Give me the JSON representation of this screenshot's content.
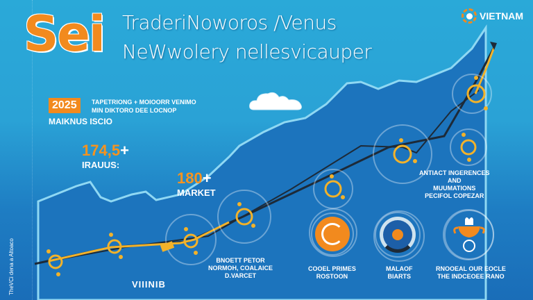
{
  "logo": {
    "text": "Sei"
  },
  "headline": {
    "line1": "TraderiNoworos /Venus",
    "line2": "NeWwolery nellesvicauper"
  },
  "brand": {
    "label": "VIETNAM",
    "icon": "gear-ring-icon"
  },
  "intro": {
    "year": "2025",
    "blurb_line1": "TAPETRIONG + MOIOORR VENIMO",
    "blurb_line2": "MIN DIKTORO DEE LOCNOP",
    "subhead": "MAIKNUS ISCIO"
  },
  "stats": [
    {
      "value": "174,5",
      "suffix": "+",
      "label": "IRAUUS:"
    },
    {
      "value": "180",
      "suffix": "+",
      "label": "MARKET"
    }
  ],
  "side_text": "TheVCi dena a Altoaco",
  "bottom_tag": "VIIINIB",
  "captions": [
    {
      "lines": [
        "ANTIACT INGERENCES",
        "AND",
        "MUUMATIONS",
        "PECIFOL COPEZAR"
      ]
    },
    {
      "lines": [
        "BNOETT PETOR",
        "NORMOH, COALAICE",
        "D.VARCET"
      ]
    },
    {
      "lines": [
        "COOEL PRIMES",
        "ROSTOON"
      ]
    },
    {
      "lines": [
        "MALAOF",
        "BIARTS"
      ]
    },
    {
      "lines": [
        "RNOOEAL OUR EOCLE",
        "THE INDCEOEE RANO"
      ]
    }
  ],
  "colors": {
    "accent": "#f28a1e",
    "bg_top": "#2aa9d8",
    "bg_bottom": "#1a6db8",
    "node": "#f2b22a",
    "line": "#1d2a38"
  }
}
